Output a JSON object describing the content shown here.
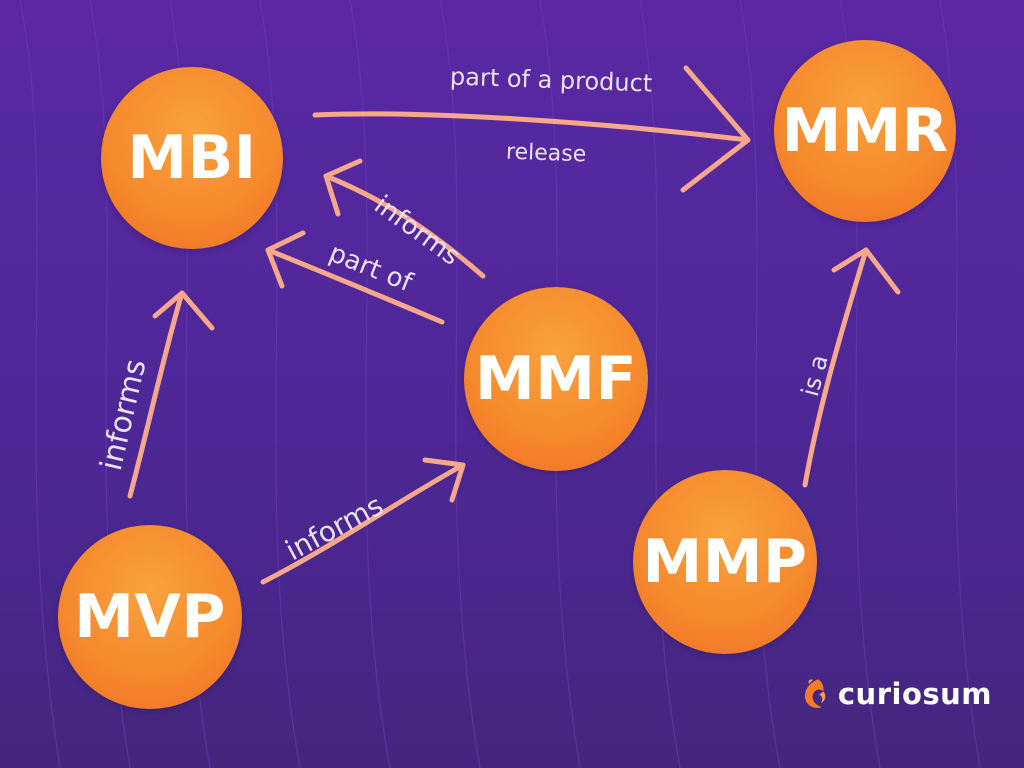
{
  "colors": {
    "background": "#5227a0",
    "node_fill": "#f58a2e",
    "arrow": "#f7a88b",
    "label_text": "#e9e2f3",
    "node_text": "#ffffff"
  },
  "nodes": {
    "mbi": "MBI",
    "mmr": "MMR",
    "mmf": "MMF",
    "mmp": "MMP",
    "mvp": "MVP"
  },
  "edges": [
    {
      "from": "MBI",
      "to": "MMR",
      "label_line1": "part of a product",
      "label_line2": "release"
    },
    {
      "from": "MMF",
      "to": "MBI",
      "label": "informs"
    },
    {
      "from": "MMF",
      "to": "MBI",
      "label": "part of"
    },
    {
      "from": "MVP",
      "to": "MBI",
      "label": "informs"
    },
    {
      "from": "MVP",
      "to": "MMF",
      "label": "informs"
    },
    {
      "from": "MMP",
      "to": "MMR",
      "label": "is a"
    }
  ],
  "logo": {
    "wordmark": "curiosum",
    "icon": "flame-swirl-icon"
  }
}
